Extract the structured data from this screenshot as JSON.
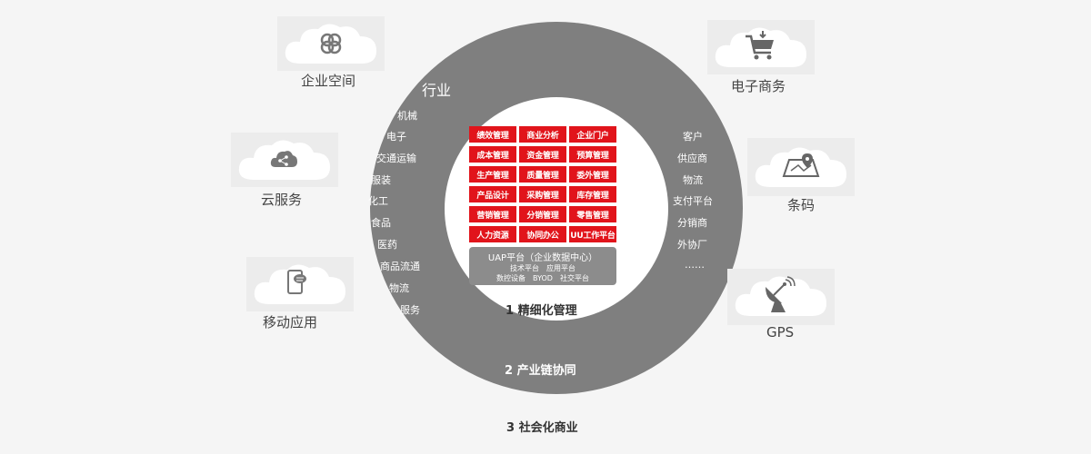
{
  "ring": {
    "heading": "行业",
    "industries": [
      "机械",
      "电子",
      "交通运输",
      "服装",
      "化工",
      "食品",
      "医药",
      "商品流通",
      "物流",
      "服务"
    ],
    "partners": [
      "客户",
      "供应商",
      "物流",
      "支付平台",
      "分销商",
      "外协厂",
      "……"
    ]
  },
  "modules": [
    "绩效管理",
    "商业分析",
    "企业门户",
    "成本管理",
    "资金管理",
    "预算管理",
    "生产管理",
    "质量管理",
    "委外管理",
    "产品设计",
    "采购管理",
    "库存管理",
    "营销管理",
    "分销管理",
    "零售管理",
    "人力资源",
    "协同办公",
    "UU工作平台"
  ],
  "uap": {
    "title": "UAP平台（企业数据中心）",
    "line1": "技术平台　应用平台",
    "line2": "数控设备　BYOD　社交平台"
  },
  "layers": {
    "layer1": "1 精细化管理",
    "layer2": "2 产业链协同",
    "layer3": "3 社会化商业"
  },
  "clouds": {
    "left": [
      {
        "label": "企业空间",
        "icon": "link-rings-icon"
      },
      {
        "label": "云服务",
        "icon": "cloud-share-icon"
      },
      {
        "label": "移动应用",
        "icon": "mobile-chat-icon"
      }
    ],
    "right": [
      {
        "label": "电子商务",
        "icon": "shopping-cart-icon"
      },
      {
        "label": "条码",
        "icon": "map-pin-icon"
      },
      {
        "label": "GPS",
        "icon": "satellite-dish-icon"
      }
    ]
  },
  "colors": {
    "ring": "#7f7f7f",
    "module_red": "#e1141b",
    "uap_gray": "#8c8c8c",
    "background": "#f5f5f5"
  }
}
